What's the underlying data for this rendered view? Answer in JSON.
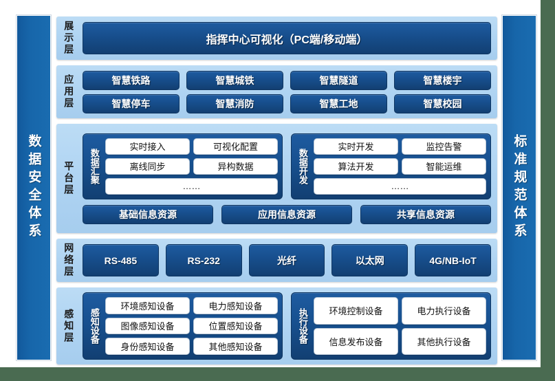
{
  "colors": {
    "page_background": "#4a6b51",
    "canvas": "#ffffff",
    "sidebar_blue": "#1766aa",
    "layer_panel_blue": "#aed3f2",
    "pill_blue": "#174e8c",
    "chip_white": "#ffffff"
  },
  "sidebars": {
    "left": "数据安全体系",
    "right": "标准规范体系"
  },
  "layers": {
    "display": {
      "label": "展示层",
      "banner": "指挥中心可视化（PC端/移动端）"
    },
    "application": {
      "label": "应用层",
      "items": [
        "智慧铁路",
        "智慧城铁",
        "智慧隧道",
        "智慧楼宇",
        "智慧停车",
        "智慧消防",
        "智慧工地",
        "智慧校园"
      ]
    },
    "platform": {
      "label": "平台层",
      "groups": [
        {
          "label": "数据汇聚",
          "items": [
            "实时接入",
            "可视化配置",
            "离线同步",
            "异构数据"
          ],
          "more": "……"
        },
        {
          "label": "数据开发",
          "items": [
            "实时开发",
            "监控告警",
            "算法开发",
            "智能运维"
          ],
          "more": "……"
        }
      ],
      "resources": [
        "基础信息资源",
        "应用信息资源",
        "共享信息资源"
      ]
    },
    "network": {
      "label": "网络层",
      "items": [
        "RS-485",
        "RS-232",
        "光纤",
        "以太网",
        "4G/NB-IoT"
      ]
    },
    "sensing": {
      "label": "感知层",
      "groups": [
        {
          "label": "感知设备",
          "items": [
            "环境感知设备",
            "电力感知设备",
            "图像感知设备",
            "位置感知设备",
            "身份感知设备",
            "其他感知设备"
          ]
        },
        {
          "label": "执行设备",
          "items": [
            "环境控制设备",
            "电力执行设备",
            "信息发布设备",
            "其他执行设备"
          ]
        }
      ]
    }
  }
}
